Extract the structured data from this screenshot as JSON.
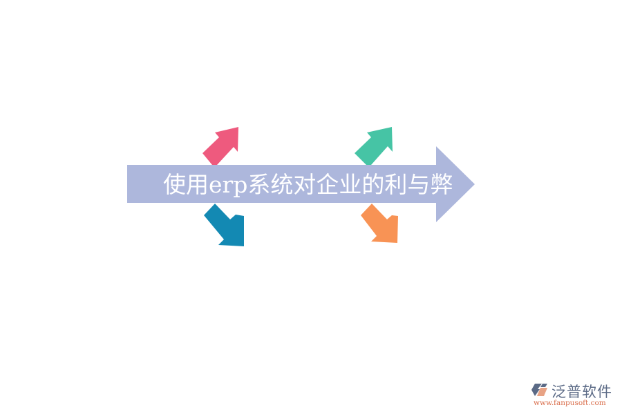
{
  "diagram": {
    "title": "使用erp系统对企业的利与弊",
    "main_arrow": {
      "color": "#adb7dc",
      "direction": "right"
    },
    "arrows": [
      {
        "id": "upper-left",
        "color": "#ee5a7e",
        "direction": "up-right"
      },
      {
        "id": "lower-left",
        "color": "#1389b3",
        "direction": "down-right"
      },
      {
        "id": "upper-right",
        "color": "#46c4a5",
        "direction": "up-right"
      },
      {
        "id": "lower-right",
        "color": "#f89355",
        "direction": "down-right"
      }
    ]
  },
  "watermark": {
    "brand": "泛普软件",
    "url": "www.fanpusoft.com",
    "brand_color": "#5b6a86",
    "url_color": "#d96d4a"
  }
}
